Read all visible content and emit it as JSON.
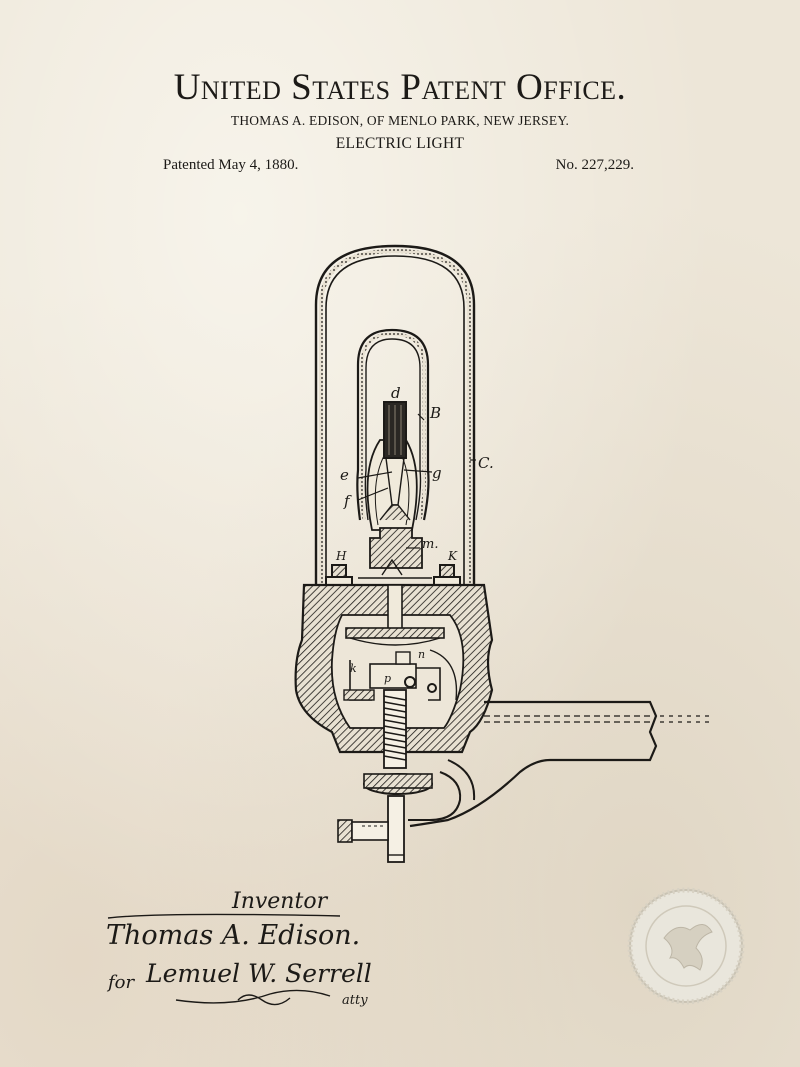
{
  "header": {
    "office_title": "United States Patent Office.",
    "inventor_line": "THOMAS A. EDISON, OF MENLO PARK, NEW JERSEY.",
    "invention_title": "ELECTRIC LIGHT",
    "patented_date": "Patented May 4, 1880.",
    "patent_number": "No. 227,229."
  },
  "drawing": {
    "labels": {
      "d": "d",
      "B": "B",
      "C": "C.",
      "e": "e",
      "g": "g",
      "f": "f",
      "m": "m.",
      "H": "H",
      "K": "K",
      "n": "n",
      "p": "p",
      "k_lower": "k"
    }
  },
  "signatures": {
    "inventor_heading": "Inventor",
    "inventor_signature": "Thomas A. Edison.",
    "attorney_prefix": "for",
    "attorney_signature": "Lemuel W. Serrell",
    "attorney_suffix": "atty"
  },
  "colors": {
    "paper": "#ede6d8",
    "ink": "#1c1a17",
    "seal": "#e9e6dc"
  }
}
